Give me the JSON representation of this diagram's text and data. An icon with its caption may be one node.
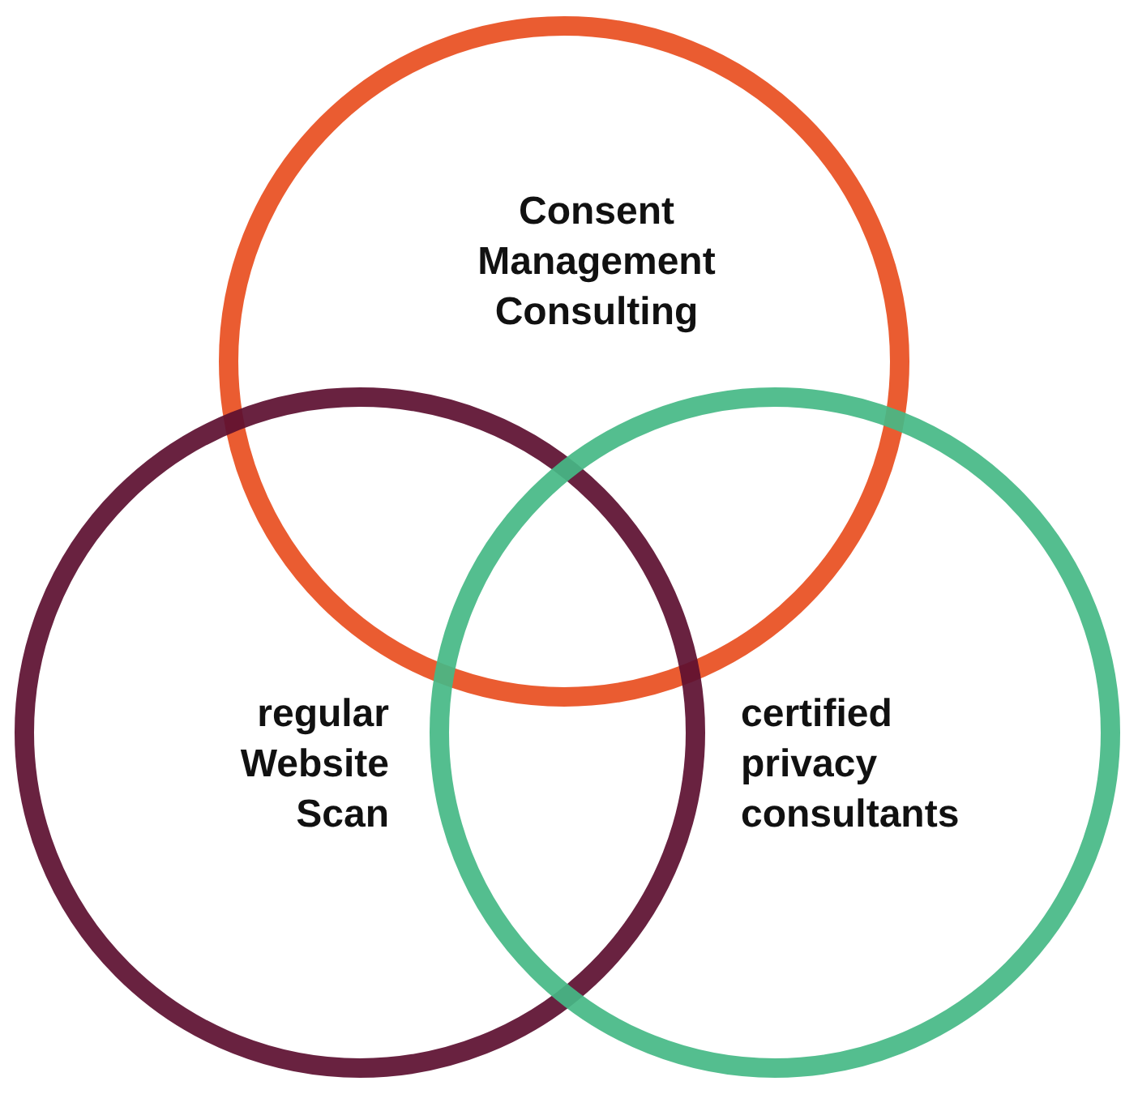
{
  "diagram": {
    "nodes": [
      {
        "text": [
          "Consent Management Consulting"
        ]
      },
      {
        "text": [
          "regular Website Scan"
        ]
      },
      {
        "text": [
          "certified privacy consultants"
        ]
      }
    ],
    "edges": []
  }
}
